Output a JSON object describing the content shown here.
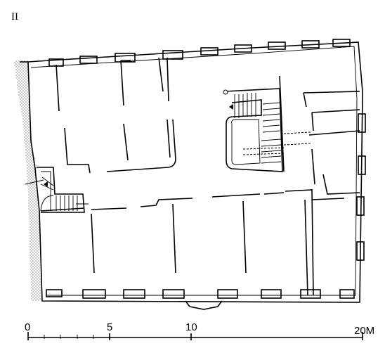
{
  "floor_label": "II",
  "scale_bar": {
    "labels": [
      "0",
      "5",
      "10",
      "20M"
    ]
  }
}
